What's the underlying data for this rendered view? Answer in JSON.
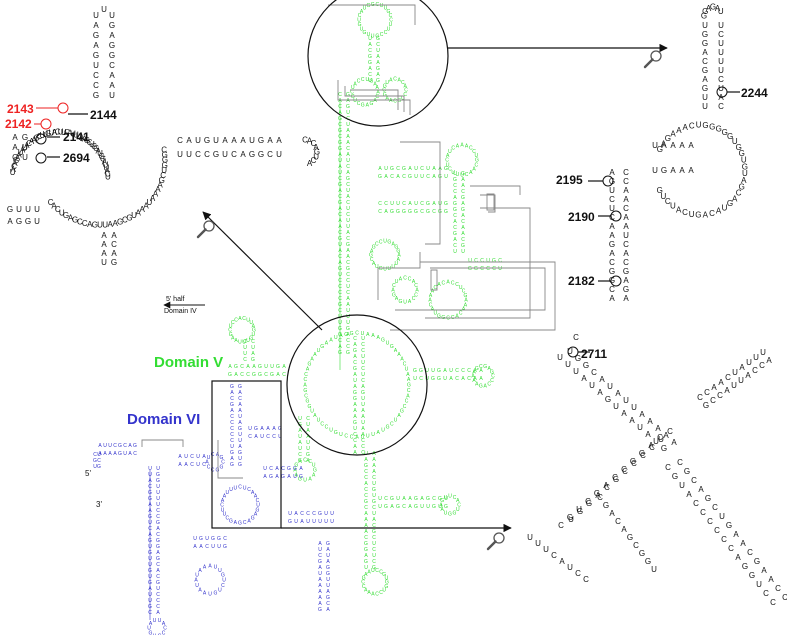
{
  "colors": {
    "domain_v": "#33dd33",
    "domain_vi": "#3333cc",
    "highlight_red": "#ee2222",
    "ink": "#111111",
    "line_gray": "#888888"
  },
  "labels": {
    "domain_v": "Domain V",
    "domain_vi": "Domain VI",
    "five_prime_half": "5' half",
    "domain_iv": "Domain IV",
    "five_prime": "5'",
    "three_prime": "3'"
  },
  "residues": {
    "n2143": "2143",
    "n2142": "2142",
    "n2144": "2144",
    "n2141": "2141",
    "n2694": "2694",
    "n2244": "2244",
    "n2195": "2195",
    "n2190": "2190",
    "n2182": "2182",
    "n2711": "2711"
  },
  "icons": [
    "magnifier-icon-top-right",
    "magnifier-icon-left",
    "magnifier-icon-bottom-right"
  ]
}
